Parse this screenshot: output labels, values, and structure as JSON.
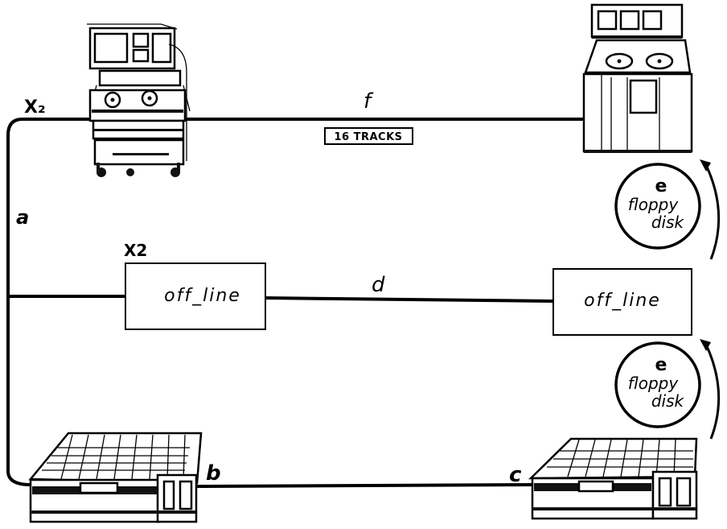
{
  "labels": {
    "a": "a",
    "b": "b",
    "c": "c",
    "d": "d",
    "f": "f",
    "x2_top": "X₂",
    "x2_middle": "X2"
  },
  "badge": {
    "text": "16 TRACKS"
  },
  "boxes": {
    "left": "off_line",
    "right": "off_line"
  },
  "floppy_top": {
    "letter": "e",
    "line1": "floppy",
    "line2": "disk"
  },
  "floppy_bottom": {
    "letter": "e",
    "line1": "floppy",
    "line2": "disk"
  },
  "devices": {
    "top_left": "tape-console-icon",
    "top_right": "tape-recorder-cabinet-icon",
    "bottom_left": "mixing-console-icon",
    "bottom_right": "mixing-console-icon"
  },
  "colors": {
    "ink": "#000000",
    "paper": "#ffffff"
  }
}
